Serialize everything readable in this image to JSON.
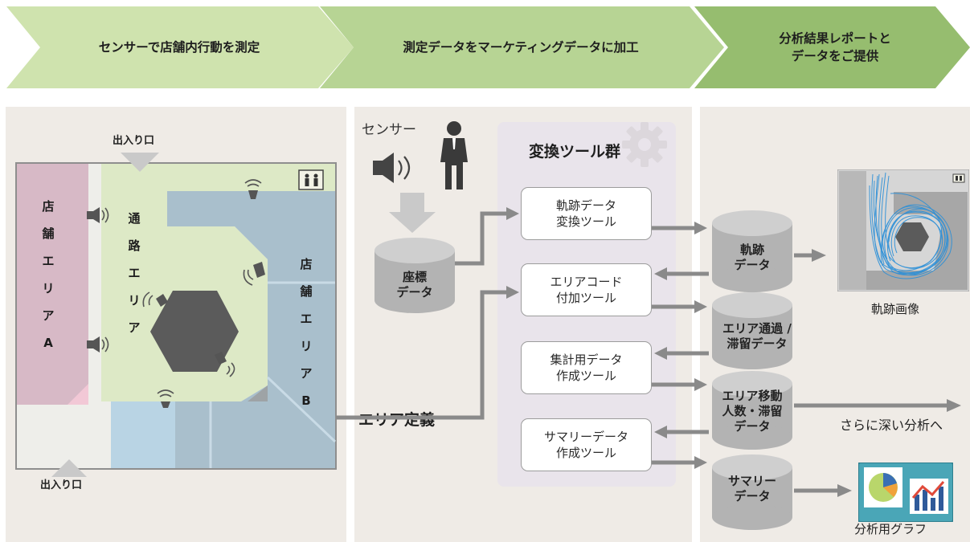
{
  "steps": [
    {
      "label": "センサーで店舗内行動を測定",
      "color": "#cfe3ae"
    },
    {
      "label": "測定データをマーケティングデータに加工",
      "color": "#b7d494"
    },
    {
      "label": "分析結果レポートと\nデータをご提供",
      "color": "#96bd6f"
    }
  ],
  "floor": {
    "entrance_top": "出入り口",
    "entrance_bottom": "出入り口",
    "store_a": [
      "店",
      "舗",
      "エ",
      "リ",
      "ア",
      "A"
    ],
    "passage": [
      "通",
      "路",
      "エ",
      "リ",
      "ア"
    ],
    "store_b": [
      "店",
      "舗",
      "エ",
      "リ",
      "ア",
      "B"
    ]
  },
  "process": {
    "sensor_label": "センサー",
    "coord_data": "座標\nデータ",
    "area_def": "エリア定義",
    "tools_title": "変換ツール群",
    "tools": [
      "軌跡データ\n変換ツール",
      "エリアコード\n付加ツール",
      "集計用データ\n作成ツール",
      "サマリーデータ\n作成ツール"
    ]
  },
  "outputs": {
    "data": [
      "軌跡\nデータ",
      "エリア通過 /\n滞留データ",
      "エリア移動\n人数・滞留\nデータ",
      "サマリー\nデータ"
    ],
    "trajectory_image_label": "軌跡画像",
    "further_analysis": "さらに深い分析へ",
    "graph_label": "分析用グラフ"
  },
  "colors": {
    "store_a": "#d7b9c6",
    "passage": "#dde9c6",
    "store_b": "#a9bfcc",
    "panel": "#efebe6",
    "tool_group": "#e9e4eb",
    "arrow": "#8a8a8a",
    "trajectory": "#2a8fd8"
  }
}
